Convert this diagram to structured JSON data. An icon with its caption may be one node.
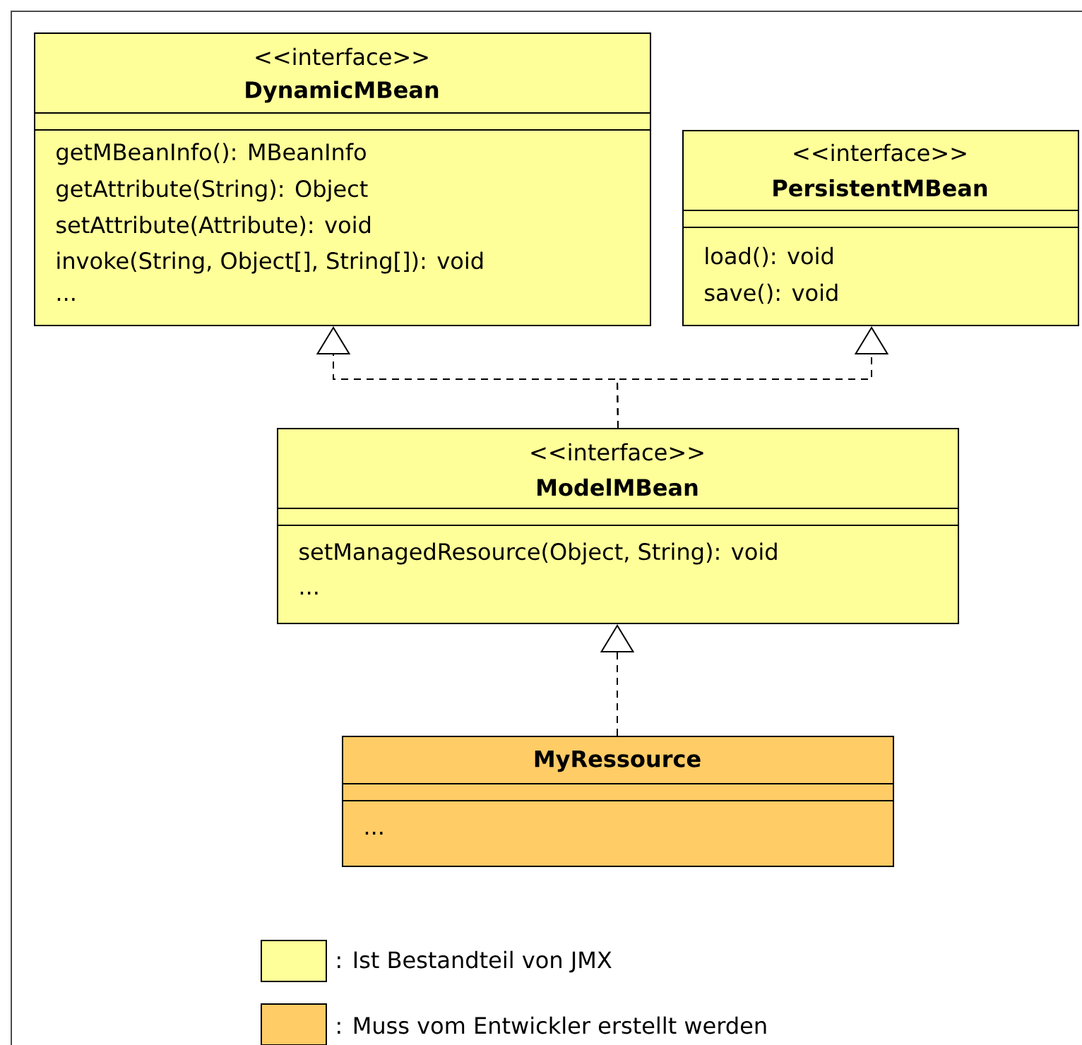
{
  "diagram": {
    "nodes": [
      {
        "text": [
          "<<interface>>",
          "DynamicMBean",
          "getMBeanInfo(): MBeanInfo",
          "getAttribute(String): Object",
          "setAttribute(Attribute): void",
          "invoke(String, Object[], String[]): void",
          "..."
        ]
      },
      {
        "text": [
          "<<interface>>",
          "PersistentMBean",
          "load(): void",
          "save(): void"
        ]
      },
      {
        "text": [
          "<<interface>>",
          "ModelMBean",
          "setManagedResource(Object, String): void",
          "..."
        ]
      },
      {
        "text": [
          "MyRessource",
          "..."
        ]
      }
    ],
    "edges": [
      {
        "from": 2,
        "to": 0,
        "arrow": "to",
        "style": "dashed"
      },
      {
        "from": 2,
        "to": 1,
        "arrow": "to",
        "style": "dashed"
      },
      {
        "from": 3,
        "to": 2,
        "arrow": "to",
        "style": "dashed"
      }
    ],
    "legend": [
      {
        "text": ": Ist Bestandteil von JMX",
        "color": "#ffff99"
      },
      {
        "text": ": Muss vom Entwickler erstellt werden",
        "color": "#ffcc66"
      }
    ]
  }
}
